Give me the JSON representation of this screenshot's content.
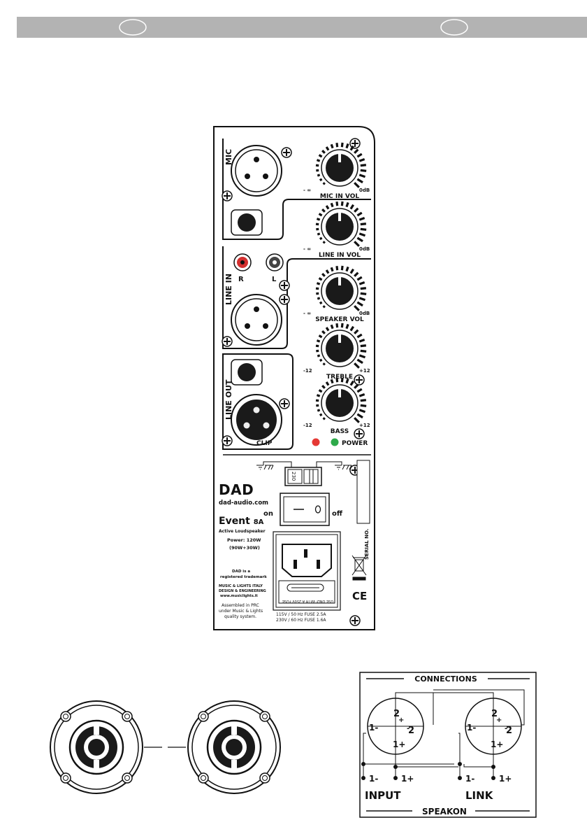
{
  "panel": {
    "sections": {
      "mic": "MIC",
      "line_in": "LINE IN",
      "line_out": "LINE OUT"
    },
    "knobs": [
      {
        "id": "mic-in-vol",
        "label": "MIC IN VOL",
        "min": "- ∞",
        "max": "0dB"
      },
      {
        "id": "line-in-vol",
        "label": "LINE IN VOL",
        "min": "- ∞",
        "max": "0dB"
      },
      {
        "id": "speaker-vol",
        "label": "SPEAKER VOL",
        "min": "- ∞",
        "max": "0dB"
      },
      {
        "id": "treble",
        "label": "TREBLE",
        "min": "-12",
        "max": "+12"
      },
      {
        "id": "bass",
        "label": "BASS",
        "min": "-12",
        "max": "+12"
      }
    ],
    "rca": {
      "right": "R",
      "left": "L"
    },
    "leds": {
      "clip": "CLIP",
      "power": "POWER",
      "clip_color": "#e53935",
      "power_color": "#2eaa4a"
    },
    "voltage_switch": "230",
    "power_switch": {
      "on": "on",
      "off": "off"
    },
    "brand": {
      "logo": "DAD",
      "site": "dad-audio.com"
    },
    "model": {
      "name": "Event",
      "suffix": "8A",
      "type": "Active Loudspeaker",
      "power": "Power: 120W",
      "power_split": "(90W+30W)"
    },
    "trademark": [
      "DAD is a",
      "registered trademark"
    ],
    "designer": [
      "MUSIC & LIGHTS ITALY",
      "DESIGN & ENGINEERING",
      "www.musiclights.it"
    ],
    "assembled": [
      "Assembled in PRC",
      "under Music & Lights",
      "quality system."
    ],
    "fuse_label": "USE ONLY WITH A 250V FUSE",
    "fuse_spec": [
      "115V / 50 Hz FUSE 2.5A",
      "230V / 60 Hz FUSE 1.6A"
    ],
    "serial": "SERIAL NO.",
    "ce": "CE"
  },
  "connections": {
    "title": "CONNECTIONS",
    "footer": "SPEAKON",
    "input": "INPUT",
    "link": "LINK",
    "pins": {
      "p1m": "1-",
      "p1p": "1+",
      "p2": "2",
      "plus": "+",
      "minus": "-"
    }
  }
}
